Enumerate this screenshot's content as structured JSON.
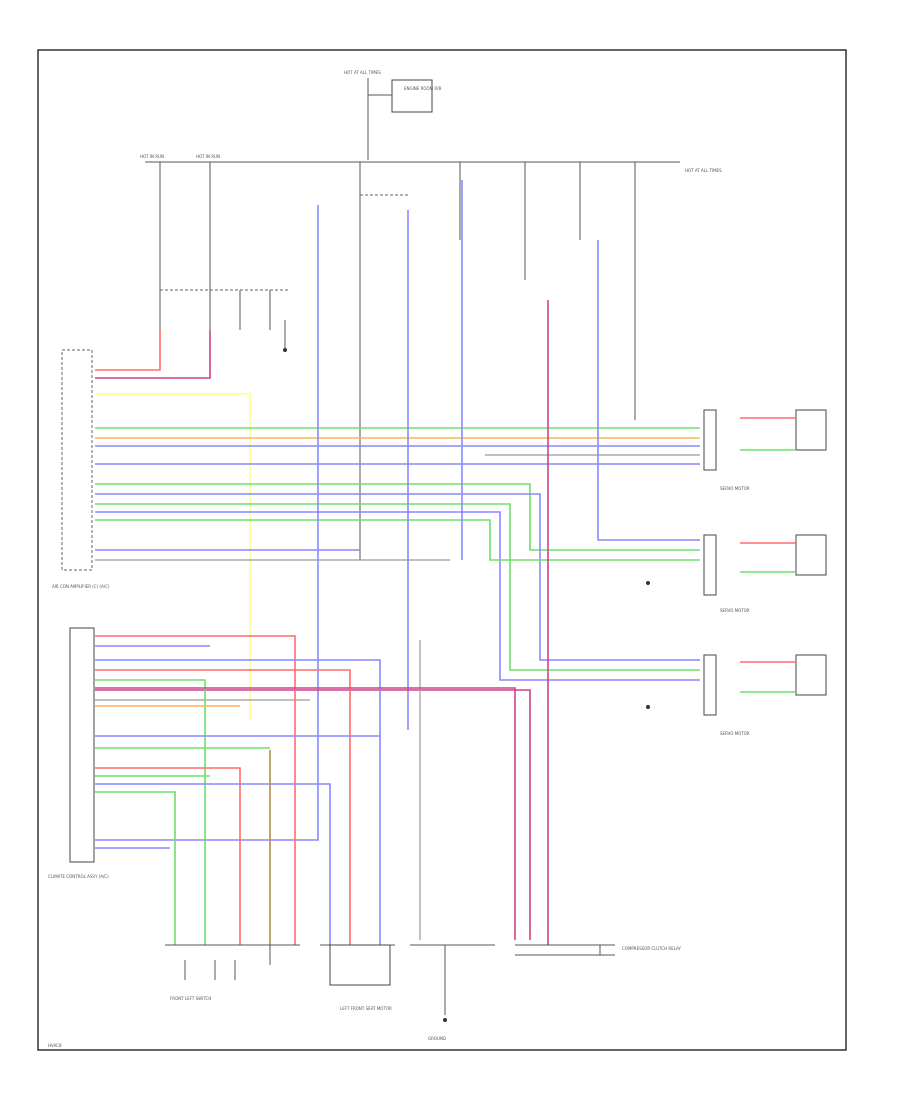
{
  "diagram": {
    "page_code": "HVAC8",
    "labels": {
      "top_hot_bus": "HOT AT ALL TIMES",
      "top_fuse_box": "ENGINE ROOM R/B",
      "bus_left_1": "HOT IN RUN",
      "bus_left_2": "HOT IN RUN",
      "bus_right": "HOT AT ALL TIMES",
      "ac_amp": "AIR CON AMPLIFIER (C) (A/C)",
      "climate_ecu": "CLIMATE CONTROL ASSY (A/C)",
      "right_motor_1": "SERVO MOTOR",
      "right_motor_2": "SERVO MOTOR",
      "right_motor_3": "SERVO MOTOR",
      "left_motor_label": "LEFT FRONT SEAT MOTOR",
      "ground_center": "GROUND",
      "bottom_left_switch": "FRONT LEFT SWITCH",
      "bottom_right_unit": "COMPRESSOR CLUTCH RELAY"
    }
  }
}
